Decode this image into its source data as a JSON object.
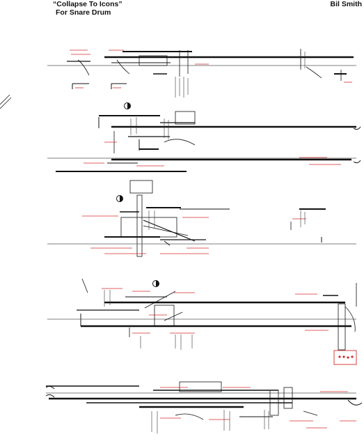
{
  "header": {
    "title_line1": "“Collapse To Icons”",
    "title_line2": "For Snare Drum",
    "composer": "Bil Smith"
  },
  "colors": {
    "ink": "#111111",
    "annotation_red": "#d42a2a",
    "staff_gray": "#555555"
  },
  "score": {
    "systems": 5,
    "half_moon_markers": 3
  }
}
